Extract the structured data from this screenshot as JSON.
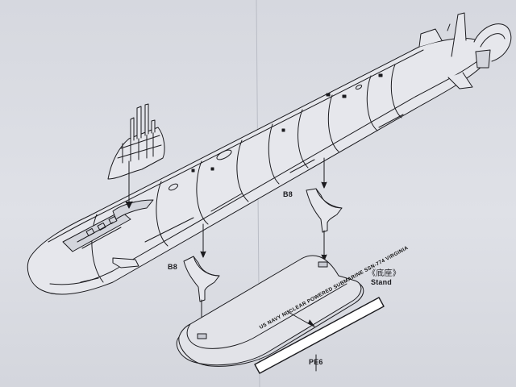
{
  "labels": {
    "part_b8_upper": "B8",
    "part_b8_lower": "B8",
    "stand_chinese": "《底座》",
    "stand": "Stand",
    "part_pe6": "PE6"
  },
  "plate": {
    "text": "US NAVY NUCLEAR POWERED SUBMARINE SSN-774 VIRGINIA"
  },
  "colors": {
    "paper": "#dcdee5",
    "ink": "#1b1b1f"
  }
}
